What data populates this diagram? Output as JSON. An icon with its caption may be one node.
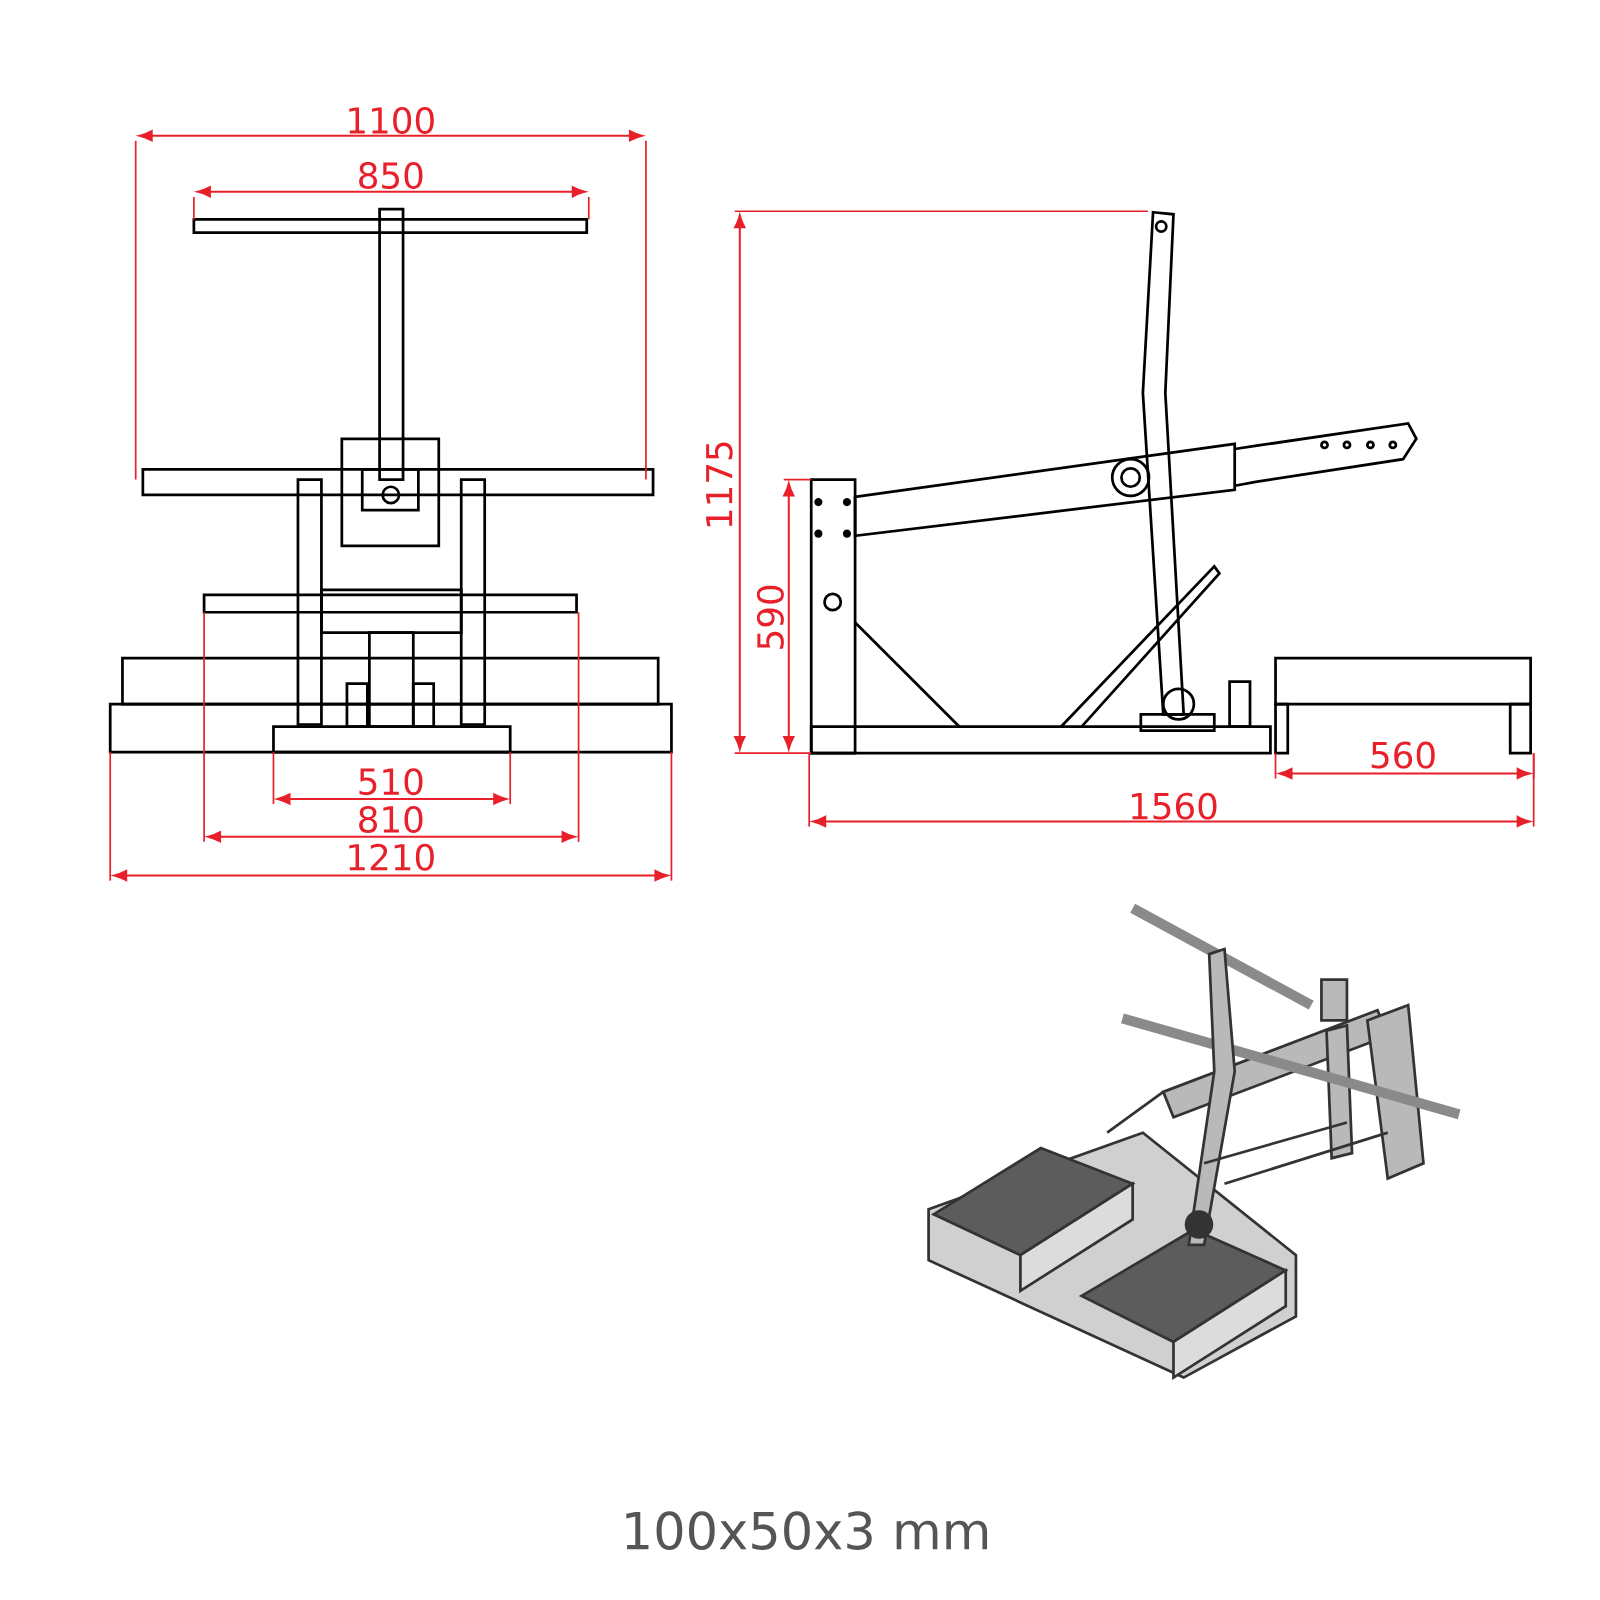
{
  "diagram": {
    "caption": "100x50x3 mm",
    "labels": [
      "1100",
      "850",
      "1175",
      "590",
      "560",
      "510",
      "1560",
      "810",
      "1210"
    ]
  }
}
